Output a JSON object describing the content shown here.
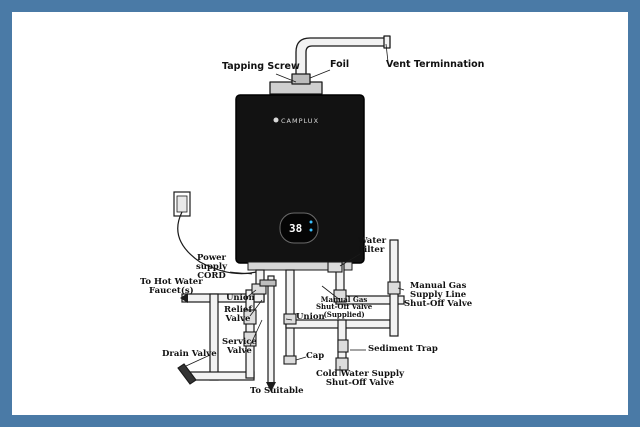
{
  "colors": {
    "frame": "#4a7aa6",
    "heater_body": "#121212",
    "pipe": "#f2f2f2",
    "line": "#1a1a1a"
  },
  "heater": {
    "brand": "CAMPLUX",
    "display_value": "38"
  },
  "labels": {
    "tapping_screw": "Tapping Screw",
    "foil": "Foil",
    "vent_termination": "Vent Terminnation",
    "water_filter_1": "Water",
    "water_filter_2": "Filter",
    "power_supply_1": "Power",
    "power_supply_2": "supply",
    "power_supply_3": "CORD",
    "hot_water_1": "To Hot Water",
    "hot_water_2": "Faucet(s)",
    "union_left": "Union",
    "relief_valve_1": "Relief",
    "relief_valve_2": "Valve",
    "service_valve_1": "Service",
    "service_valve_2": "Valve",
    "drain_valve": "Drain Valve",
    "union_center": "Union",
    "cap": "Cap",
    "to_suitable": "To Suitable",
    "manual_gas_valve_1": "Manual Gas",
    "manual_gas_valve_2": "Shut-Off Valve",
    "manual_gas_valve_3": "(Supplied)",
    "sediment_trap": "Sediment Trap",
    "cold_water_1": "Cold Water Supply",
    "cold_water_2": "Shut-Off Valve",
    "gas_supply_1": "Manual Gas",
    "gas_supply_2": "Supply Line",
    "gas_supply_3": "Shut-Off Valve"
  }
}
